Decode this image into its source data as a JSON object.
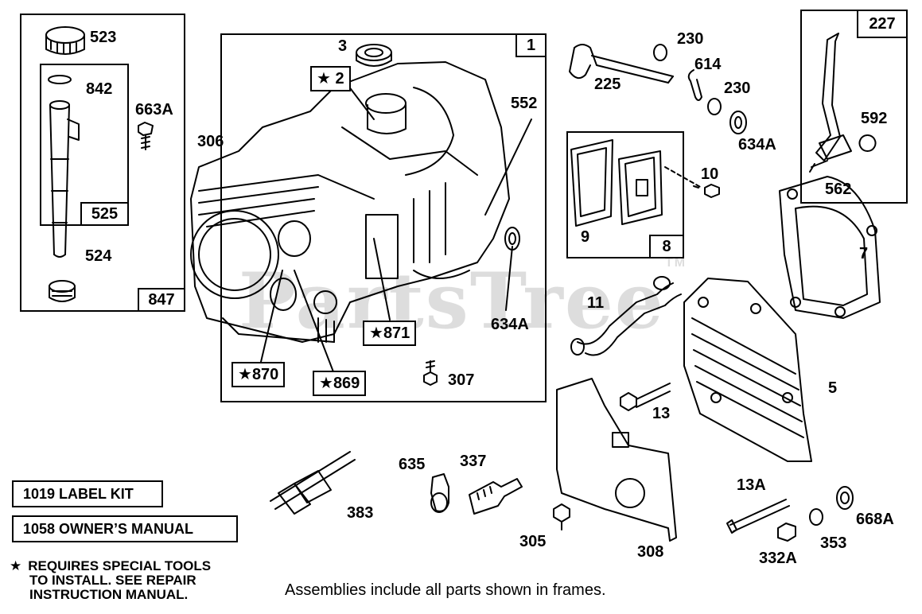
{
  "watermark": "PartsTree",
  "trademark": "TM",
  "frames": {
    "f847": "847",
    "f525": "525",
    "f1": "1",
    "f8": "8",
    "f227": "227"
  },
  "starred_boxes": {
    "s2": "2",
    "s871": "871",
    "s870": "870",
    "s869": "869"
  },
  "star_symbol": "★",
  "labels": {
    "p523": "523",
    "p842": "842",
    "p663A": "663A",
    "p524": "524",
    "p3": "3",
    "p306": "306",
    "p552": "552",
    "p634A_a": "634A",
    "p307": "307",
    "p230_a": "230",
    "p614": "614",
    "p225": "225",
    "p230_b": "230",
    "p634A_b": "634A",
    "p10": "10",
    "p9": "9",
    "p592": "592",
    "p562": "562",
    "p7": "7",
    "p11": "11",
    "p5": "5",
    "p13": "13",
    "p635": "635",
    "p337": "337",
    "p383": "383",
    "p305": "305",
    "p308": "308",
    "p13A": "13A",
    "p668A": "668A",
    "p353": "353",
    "p332A": "332A"
  },
  "kits": {
    "label_kit": "1019 LABEL KIT",
    "owners_manual": "1058 OWNER’S MANUAL"
  },
  "note": {
    "star": "★",
    "line1": "REQUIRES SPECIAL TOOLS",
    "line2": "TO INSTALL.  SEE REPAIR",
    "line3": "INSTRUCTION MANUAL."
  },
  "footer": "Assemblies include all parts shown in frames."
}
